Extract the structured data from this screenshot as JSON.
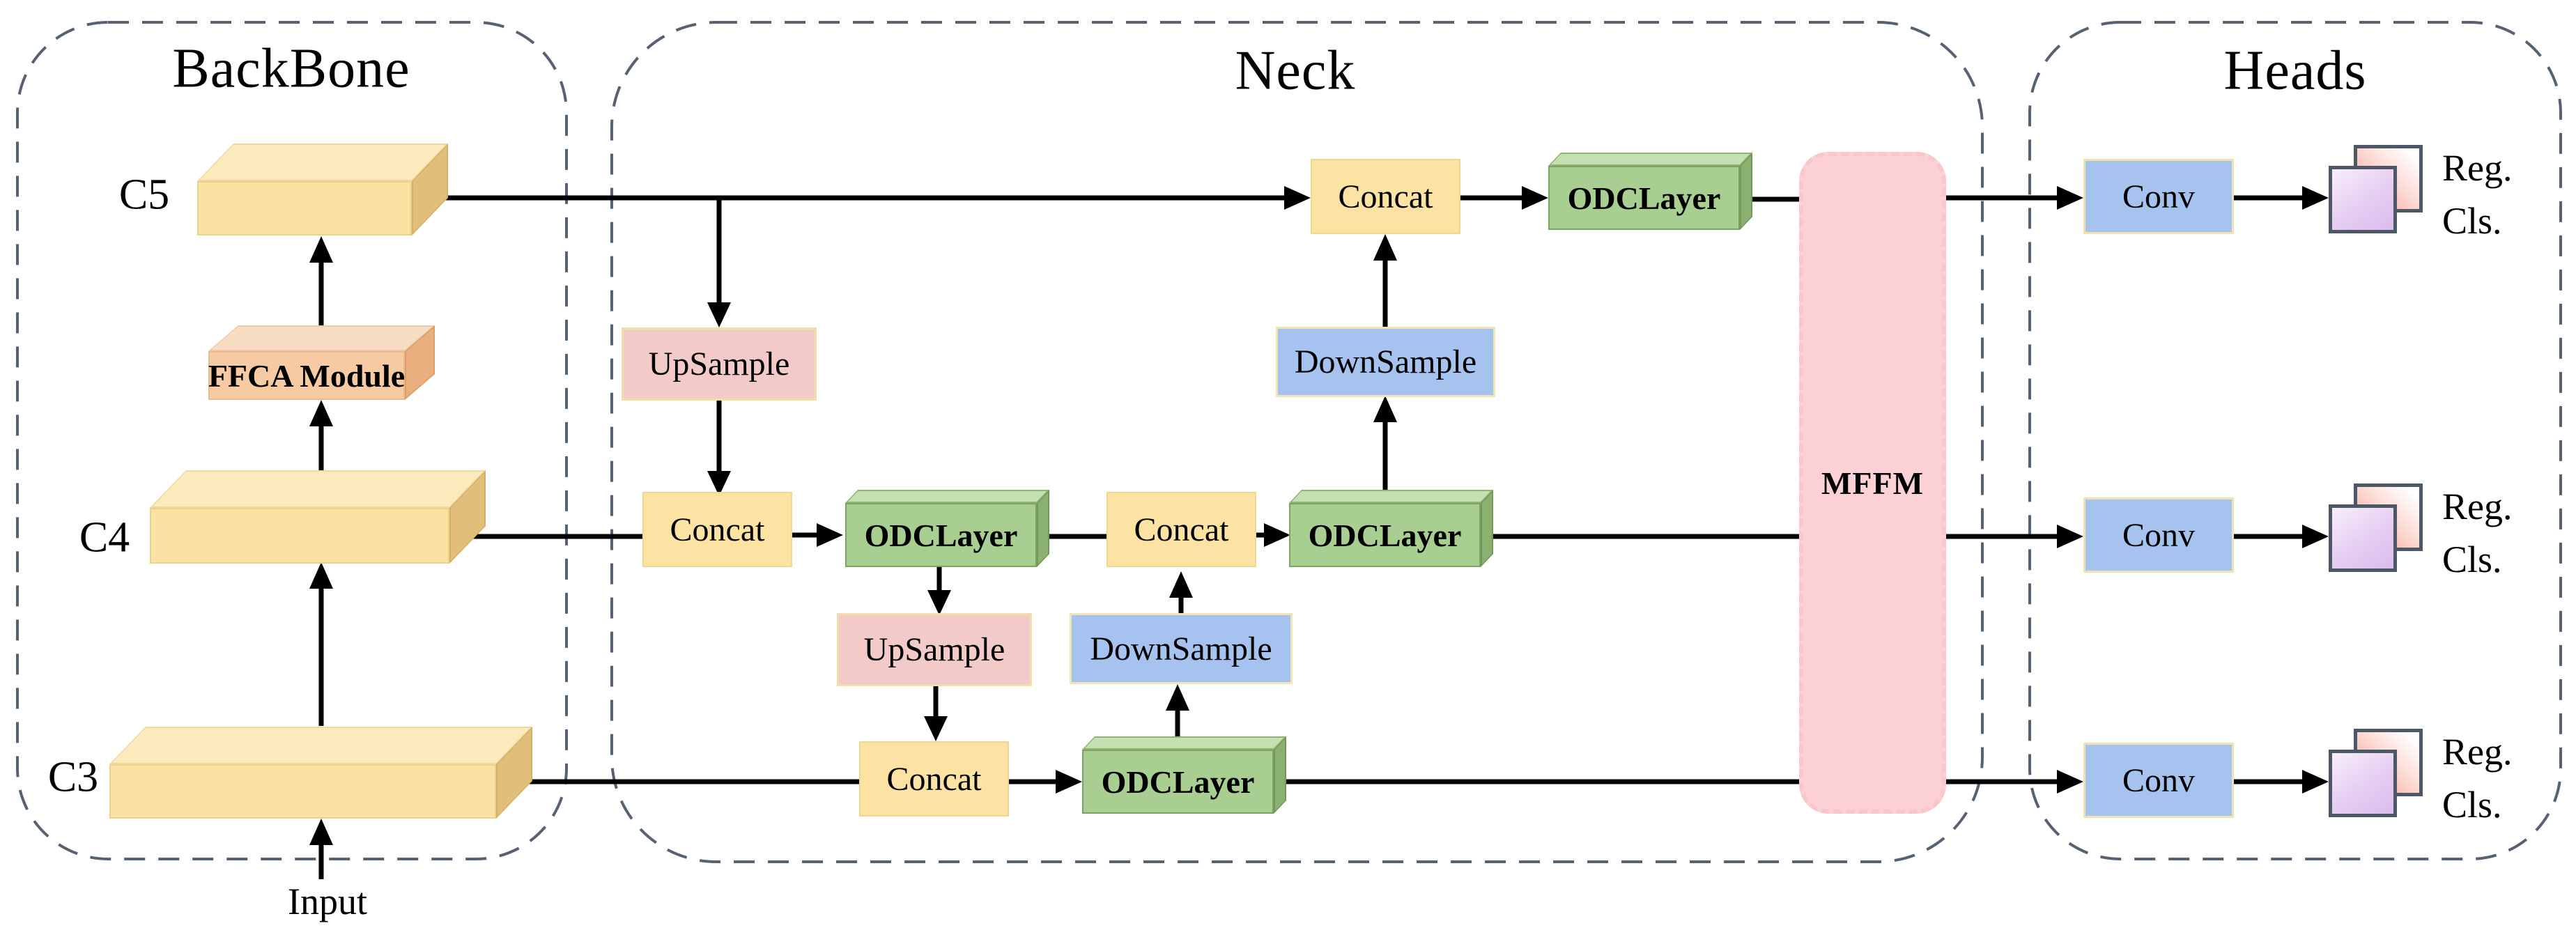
{
  "panels": {
    "backbone": {
      "title": "BackBone"
    },
    "neck": {
      "title": "Neck"
    },
    "heads": {
      "title": "Heads"
    }
  },
  "backbone": {
    "c5_label": "C5",
    "c4_label": "C4",
    "c3_label": "C3",
    "ffca_label": "FFCA Module",
    "input_label": "Input"
  },
  "neck": {
    "upsample_top_label": "UpSample",
    "upsample_mid_label": "UpSample",
    "downsample_top_label": "DownSample",
    "downsample_mid_label": "DownSample",
    "concat_top_label": "Concat",
    "concat_c4_label": "Concat",
    "concat_mid_label": "Concat",
    "concat_c3_label": "Concat",
    "odclayer_top_label": "ODCLayer",
    "odclayer_c4_label": "ODCLayer",
    "odclayer_mid_label": "ODCLayer",
    "odclayer_c3_label": "ODCLayer",
    "mffm_label": "MFFM"
  },
  "heads": {
    "rows": [
      {
        "conv": "Conv",
        "reg": "Reg.",
        "cls": "Cls."
      },
      {
        "conv": "Conv",
        "reg": "Reg.",
        "cls": "Cls."
      },
      {
        "conv": "Conv",
        "reg": "Reg.",
        "cls": "Cls."
      }
    ]
  },
  "colors": {
    "feature_yellow": "#fae2a2",
    "concat_yellow": "#fce3a3",
    "ffca_orange": "#f6cba3",
    "odclayer_green": "#a9ce92",
    "upsample_pink": "#f2cbc9",
    "downsample_blue": "#a5c3ee",
    "conv_blue": "#a5c3ee",
    "mffm_pink": "#fcd1d6",
    "card_red": "#f4a094",
    "card_purple": "#dcbeee",
    "panel_border_gray": "#566273",
    "connector_black": "#000000"
  }
}
